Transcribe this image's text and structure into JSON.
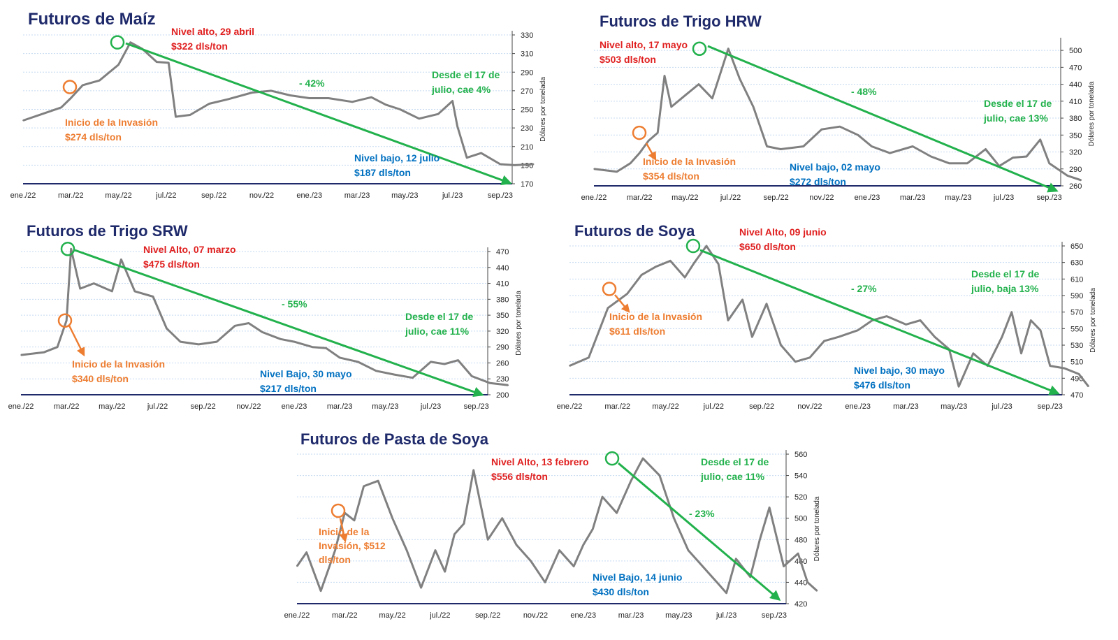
{
  "meta": {
    "ylabel": "Dólares por tonelada"
  },
  "colors": {
    "title": "#1f2a6b",
    "line": "#808080",
    "trend": "#22b14c",
    "high": "#e02020",
    "inv": "#ed7d31",
    "low": "#0070c0",
    "axis": "#1f2a6b",
    "grid": "#c5d9f1"
  },
  "chart_data": [
    {
      "type": "line",
      "title": "Futuros de Maíz",
      "ylabel": "Dólares por tonelada",
      "ylim": [
        170,
        330
      ],
      "yticks": [
        170,
        190,
        210,
        230,
        250,
        270,
        290,
        310,
        330
      ],
      "x_labels": [
        "ene./22",
        "mar./22",
        "may./22",
        "jul./22",
        "sep./22",
        "nov./22",
        "ene./23",
        "mar./23",
        "may./23",
        "jul./23",
        "sep./23"
      ],
      "series": [
        {
          "points": [
            [
              0,
              238
            ],
            [
              0.4,
              245
            ],
            [
              0.8,
              252
            ],
            [
              1.0,
              262
            ],
            [
              1.25,
              276
            ],
            [
              1.6,
              281
            ],
            [
              2.0,
              298
            ],
            [
              2.25,
              322
            ],
            [
              2.5,
              315
            ],
            [
              2.8,
              301
            ],
            [
              3.05,
              300
            ],
            [
              3.2,
              242
            ],
            [
              3.5,
              244
            ],
            [
              3.9,
              256
            ],
            [
              4.3,
              261
            ],
            [
              4.8,
              268
            ],
            [
              5.2,
              270
            ],
            [
              5.6,
              265
            ],
            [
              6.0,
              262
            ],
            [
              6.4,
              262
            ],
            [
              6.9,
              258
            ],
            [
              7.3,
              263
            ],
            [
              7.6,
              255
            ],
            [
              7.9,
              250
            ],
            [
              8.3,
              240
            ],
            [
              8.7,
              245
            ],
            [
              9.0,
              259
            ],
            [
              9.1,
              232
            ],
            [
              9.3,
              198
            ],
            [
              9.6,
              203
            ],
            [
              10.0,
              191
            ],
            [
              10.3,
              190
            ],
            [
              10.7,
              191
            ]
          ]
        }
      ],
      "annotations": {
        "high": {
          "label": "Nivel alto, 29 abril",
          "value": "$322 dls/ton",
          "y": 322
        },
        "invasion": {
          "label": "Inicio de la Invasión",
          "value": "$274 dls/ton",
          "y": 274
        },
        "low": {
          "label": "Nivel bajo, 12 julio",
          "value": "$187 dls/ton"
        },
        "since": {
          "line1": "Desde el 17 de",
          "line2": "julio, cae 4%"
        },
        "change": "- 42%"
      }
    },
    {
      "type": "line",
      "title": "Futuros de Trigo HRW",
      "ylabel": "Dólares por tonelada",
      "ylim": [
        260,
        515
      ],
      "yticks": [
        260,
        290,
        320,
        350,
        380,
        410,
        440,
        470,
        500
      ],
      "x_labels": [
        "ene./22",
        "mar./22",
        "may./22",
        "jul./22",
        "sep./22",
        "nov./22",
        "ene./23",
        "mar./23",
        "may./23",
        "jul./23",
        "sep./23"
      ],
      "series": [
        {
          "points": [
            [
              0,
              290
            ],
            [
              0.5,
              285
            ],
            [
              0.8,
              300
            ],
            [
              1.0,
              318
            ],
            [
              1.2,
              340
            ],
            [
              1.4,
              354
            ],
            [
              1.55,
              455
            ],
            [
              1.7,
              400
            ],
            [
              2.0,
              420
            ],
            [
              2.3,
              440
            ],
            [
              2.6,
              415
            ],
            [
              2.95,
              503
            ],
            [
              3.2,
              450
            ],
            [
              3.5,
              400
            ],
            [
              3.8,
              330
            ],
            [
              4.1,
              325
            ],
            [
              4.6,
              330
            ],
            [
              5.0,
              360
            ],
            [
              5.4,
              365
            ],
            [
              5.8,
              350
            ],
            [
              6.1,
              330
            ],
            [
              6.5,
              318
            ],
            [
              7.0,
              330
            ],
            [
              7.4,
              312
            ],
            [
              7.8,
              300
            ],
            [
              8.2,
              300
            ],
            [
              8.6,
              325
            ],
            [
              8.9,
              295
            ],
            [
              9.2,
              310
            ],
            [
              9.5,
              312
            ],
            [
              9.8,
              342
            ],
            [
              10.0,
              300
            ],
            [
              10.4,
              278
            ],
            [
              10.7,
              270
            ]
          ]
        }
      ],
      "annotations": {
        "high": {
          "label": "Nivel alto, 17 mayo",
          "value": "$503 dls/ton",
          "y": 503
        },
        "invasion": {
          "label": "Inicio de la Invasión",
          "value": "$354 dls/ton",
          "y": 354
        },
        "low": {
          "label": "Nivel bajo, 02 mayo",
          "value": "$272 dls/ton"
        },
        "since": {
          "line1": "Desde el 17 de",
          "line2": "julio, cae 13%"
        },
        "change": "- 48%"
      }
    },
    {
      "type": "line",
      "title": "Futuros de Trigo SRW",
      "ylabel": "Dólares por tonelada",
      "ylim": [
        200,
        470
      ],
      "yticks": [
        200,
        230,
        260,
        290,
        320,
        350,
        380,
        410,
        440,
        470
      ],
      "x_labels": [
        "ene./22",
        "mar./22",
        "may./22",
        "jul./22",
        "sep./22",
        "nov./22",
        "ene./23",
        "mar./23",
        "may./23",
        "jul./23",
        "sep./23"
      ],
      "series": [
        {
          "points": [
            [
              0,
              275
            ],
            [
              0.5,
              280
            ],
            [
              0.8,
              290
            ],
            [
              1.0,
              340
            ],
            [
              1.1,
              475
            ],
            [
              1.3,
              400
            ],
            [
              1.6,
              410
            ],
            [
              2.0,
              395
            ],
            [
              2.2,
              455
            ],
            [
              2.5,
              395
            ],
            [
              2.9,
              385
            ],
            [
              3.2,
              325
            ],
            [
              3.5,
              300
            ],
            [
              3.9,
              295
            ],
            [
              4.3,
              300
            ],
            [
              4.7,
              330
            ],
            [
              5.0,
              335
            ],
            [
              5.3,
              318
            ],
            [
              5.7,
              305
            ],
            [
              6.0,
              300
            ],
            [
              6.4,
              290
            ],
            [
              6.7,
              288
            ],
            [
              7.0,
              270
            ],
            [
              7.4,
              262
            ],
            [
              7.8,
              245
            ],
            [
              8.2,
              238
            ],
            [
              8.6,
              232
            ],
            [
              9.0,
              262
            ],
            [
              9.3,
              258
            ],
            [
              9.6,
              265
            ],
            [
              9.9,
              235
            ],
            [
              10.3,
              222
            ],
            [
              10.7,
              218
            ]
          ]
        }
      ],
      "annotations": {
        "high": {
          "label": "Nivel Alto, 07 marzo",
          "value": "$475 dls/ton",
          "y": 475
        },
        "invasion": {
          "label": "Inicio de la Invasión",
          "value": "$340 dls/ton",
          "y": 340
        },
        "low": {
          "label": "Nivel Bajo, 30 mayo",
          "value": "$217 dls/ton"
        },
        "since": {
          "line1": "Desde el 17 de",
          "line2": "julio, cae 11%"
        },
        "change": "- 55%"
      }
    },
    {
      "type": "line",
      "title": "Futuros de Soya",
      "ylabel": "Dólares por tonelada",
      "ylim": [
        470,
        650
      ],
      "yticks": [
        470,
        490,
        510,
        530,
        550,
        570,
        590,
        610,
        630,
        650
      ],
      "x_labels": [
        "ene./22",
        "mar./22",
        "may./22",
        "jul./22",
        "sep./22",
        "nov./22",
        "ene./23",
        "mar./23",
        "may./23",
        "jul./23",
        "sep./23"
      ],
      "series": [
        {
          "points": [
            [
              0,
              505
            ],
            [
              0.4,
              515
            ],
            [
              0.8,
              575
            ],
            [
              1.2,
              592
            ],
            [
              1.5,
              615
            ],
            [
              1.8,
              625
            ],
            [
              2.1,
              632
            ],
            [
              2.4,
              612
            ],
            [
              2.6,
              630
            ],
            [
              2.85,
              650
            ],
            [
              3.1,
              628
            ],
            [
              3.3,
              560
            ],
            [
              3.6,
              585
            ],
            [
              3.8,
              540
            ],
            [
              4.1,
              580
            ],
            [
              4.4,
              530
            ],
            [
              4.7,
              510
            ],
            [
              5.0,
              515
            ],
            [
              5.3,
              535
            ],
            [
              5.6,
              540
            ],
            [
              6.0,
              548
            ],
            [
              6.3,
              560
            ],
            [
              6.6,
              565
            ],
            [
              7.0,
              555
            ],
            [
              7.3,
              560
            ],
            [
              7.6,
              540
            ],
            [
              7.9,
              525
            ],
            [
              8.1,
              480
            ],
            [
              8.4,
              520
            ],
            [
              8.7,
              505
            ],
            [
              9.0,
              540
            ],
            [
              9.2,
              570
            ],
            [
              9.4,
              520
            ],
            [
              9.6,
              560
            ],
            [
              9.8,
              548
            ],
            [
              10.0,
              505
            ],
            [
              10.3,
              502
            ],
            [
              10.6,
              495
            ],
            [
              10.8,
              480
            ]
          ]
        }
      ],
      "annotations": {
        "high": {
          "label": "Nivel Alto, 09 junio",
          "value": "$650 dls/ton",
          "y": 650
        },
        "invasion": {
          "label": "Inicio de la Invasión",
          "value": "$611 dls/ton",
          "y": 598
        },
        "low": {
          "label": "Nivel bajo, 30 mayo",
          "value": "$476 dls/ton"
        },
        "since": {
          "line1": "Desde el 17 de",
          "line2": "julio, baja 13%"
        },
        "change": "- 27%"
      }
    },
    {
      "type": "line",
      "title": "Futuros de Pasta de Soya",
      "ylabel": "Dólares por tonelada",
      "ylim": [
        420,
        560
      ],
      "yticks": [
        420,
        440,
        460,
        480,
        500,
        520,
        540,
        560
      ],
      "x_labels": [
        "ene./22",
        "mar./22",
        "may./22",
        "jul./22",
        "sep./22",
        "nov./22",
        "ene./23",
        "mar./23",
        "may./23",
        "jul./23",
        "sep./23"
      ],
      "series": [
        {
          "points": [
            [
              0,
              455
            ],
            [
              0.2,
              468
            ],
            [
              0.5,
              432
            ],
            [
              0.8,
              470
            ],
            [
              1.0,
              505
            ],
            [
              1.2,
              498
            ],
            [
              1.4,
              530
            ],
            [
              1.7,
              535
            ],
            [
              2.0,
              500
            ],
            [
              2.3,
              470
            ],
            [
              2.6,
              435
            ],
            [
              2.9,
              470
            ],
            [
              3.1,
              450
            ],
            [
              3.3,
              485
            ],
            [
              3.5,
              495
            ],
            [
              3.7,
              545
            ],
            [
              4.0,
              480
            ],
            [
              4.3,
              500
            ],
            [
              4.6,
              475
            ],
            [
              4.9,
              460
            ],
            [
              5.2,
              440
            ],
            [
              5.5,
              470
            ],
            [
              5.8,
              455
            ],
            [
              6.0,
              475
            ],
            [
              6.2,
              490
            ],
            [
              6.4,
              520
            ],
            [
              6.7,
              505
            ],
            [
              7.0,
              535
            ],
            [
              7.25,
              556
            ],
            [
              7.6,
              540
            ],
            [
              7.9,
              500
            ],
            [
              8.2,
              470
            ],
            [
              8.5,
              455
            ],
            [
              8.8,
              440
            ],
            [
              9.0,
              430
            ],
            [
              9.2,
              462
            ],
            [
              9.5,
              445
            ],
            [
              9.7,
              480
            ],
            [
              9.9,
              510
            ],
            [
              10.2,
              455
            ],
            [
              10.5,
              467
            ],
            [
              10.7,
              440
            ],
            [
              10.9,
              432
            ]
          ]
        }
      ],
      "annotations": {
        "high": {
          "label": "Nivel Alto, 13 febrero",
          "value": "$556 dls/ton",
          "y": 556
        },
        "invasion": {
          "line1": "Inicio de la",
          "line2": "Invasión, $512",
          "line3": "dls/ton",
          "y": 507
        },
        "low": {
          "label": "Nivel Bajo, 14 junio",
          "value": "$430 dls/ton"
        },
        "since": {
          "line1": "Desde el 17 de",
          "line2": "julio, cae 11%"
        },
        "change": "- 23%"
      }
    }
  ]
}
